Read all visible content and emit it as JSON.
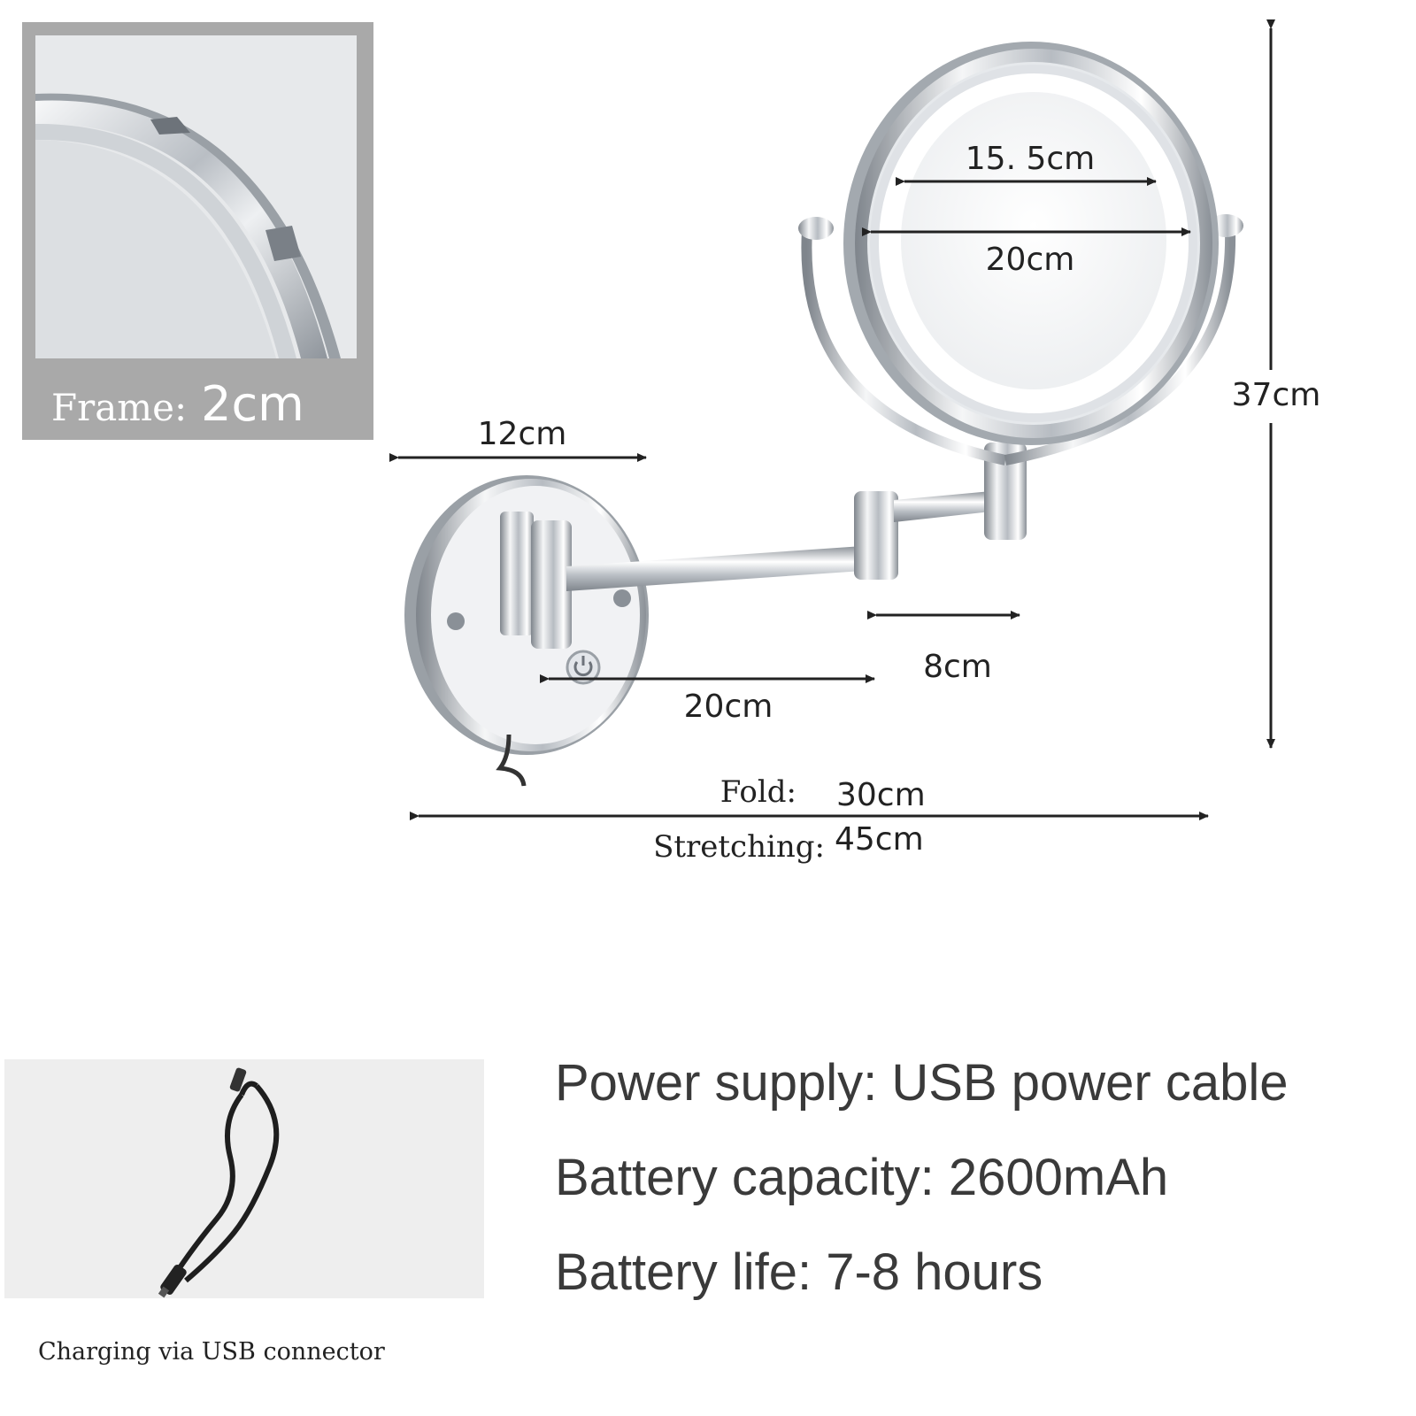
{
  "frame_inset": {
    "label": "Frame:",
    "value": "2cm"
  },
  "dimensions": {
    "mirror_inner_diameter": "15. 5cm",
    "mirror_outer_diameter": "20cm",
    "total_height": "37cm",
    "base_width": "12cm",
    "short_arm": "8cm",
    "long_arm": "20cm",
    "fold_label": "Fold:",
    "fold_value": "30cm",
    "stretch_label": "Stretching:",
    "stretch_value": "45cm"
  },
  "specs": {
    "power_supply": "Power supply: USB power cable",
    "battery_capacity": "Battery capacity: 2600mAh",
    "battery_life": "Battery life: 7-8 hours"
  },
  "usb_inset": {
    "caption": "Charging via USB connector"
  },
  "colors": {
    "chrome": "#cfd3d8",
    "inset_gray": "#a9a9a9",
    "text": "#222222"
  }
}
